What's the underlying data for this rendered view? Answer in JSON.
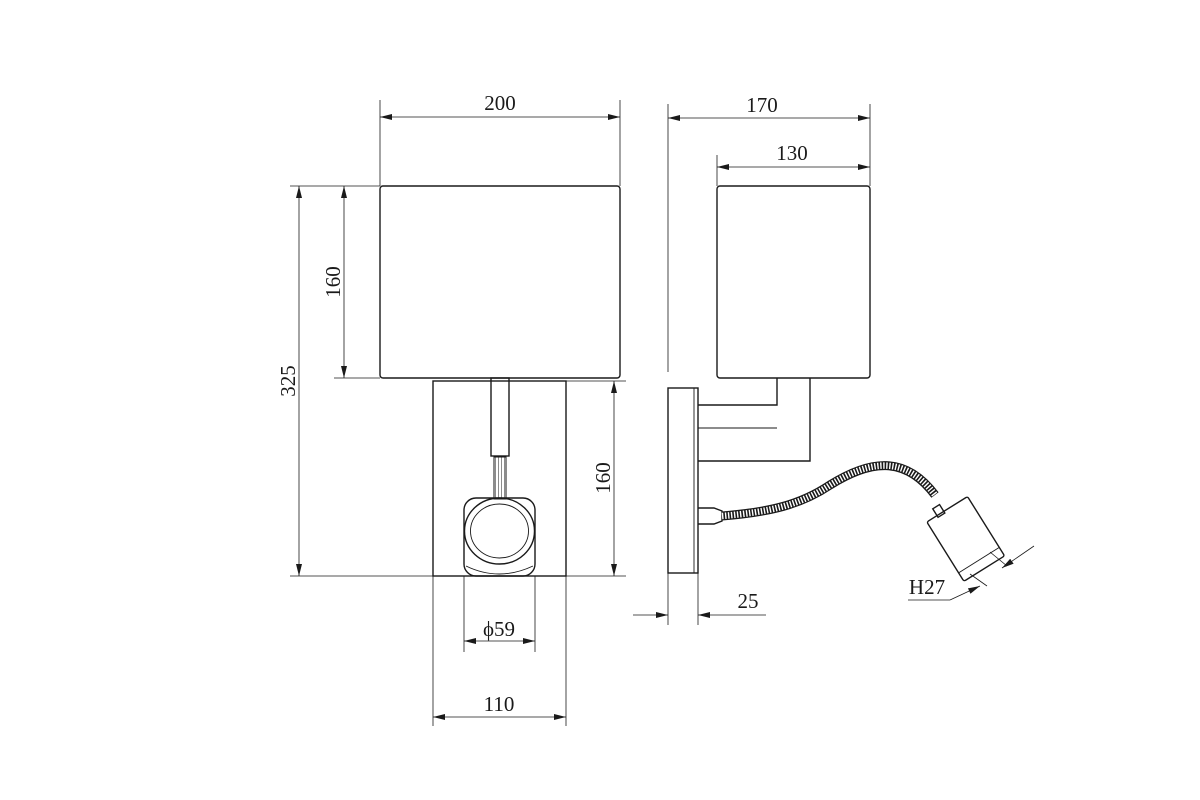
{
  "drawing": {
    "front_view": {
      "shade_width": "200",
      "shade_height": "160",
      "total_height": "325",
      "base_height": "160",
      "head_diameter": "ϕ59",
      "base_width": "110"
    },
    "side_view": {
      "total_depth": "170",
      "shade_depth": "130",
      "plate_thickness": "25",
      "head_size": "H27"
    }
  }
}
